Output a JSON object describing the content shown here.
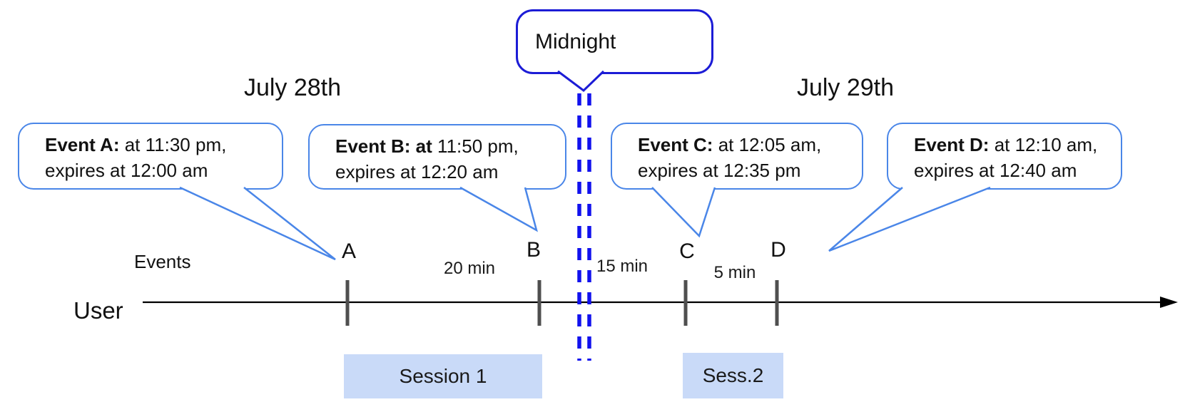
{
  "diagram": {
    "title_semantics": "timeline of events around midnight with sessions",
    "dates": {
      "left": "July 28th",
      "right": "July 29th"
    },
    "midnight": {
      "label": "Midnight"
    },
    "axis": {
      "events_label": "Events",
      "user_label": "User"
    },
    "events": [
      {
        "id": "A",
        "tick": "A",
        "bold": "Event A:",
        "rest": " at 11:30 pm,",
        "line2": "expires at 12:00 am"
      },
      {
        "id": "B",
        "tick": "B",
        "bold": "Event B: at",
        "rest": " 11:50 pm,",
        "line2": "expires at 12:20 am"
      },
      {
        "id": "C",
        "tick": "C",
        "bold": "Event C:",
        "rest": " at 12:05 am,",
        "line2": "expires at 12:35 pm"
      },
      {
        "id": "D",
        "tick": "D",
        "bold": "Event D:",
        "rest": "  at 12:10 am,",
        "line2": "expires at 12:40 am"
      }
    ],
    "intervals": [
      {
        "label": "20 min"
      },
      {
        "label": "15 min"
      },
      {
        "label": "5 min"
      }
    ],
    "sessions": [
      {
        "label": "Session 1"
      },
      {
        "label": "Sess.2"
      }
    ],
    "colors": {
      "callout_border": "#4a86e8",
      "midnight_border": "#1c1cd6",
      "midnight_dash": "#1212ee",
      "session_fill": "#c9daf8",
      "tick_gray": "#4f4f4f",
      "timeline_black": "#000000"
    }
  }
}
